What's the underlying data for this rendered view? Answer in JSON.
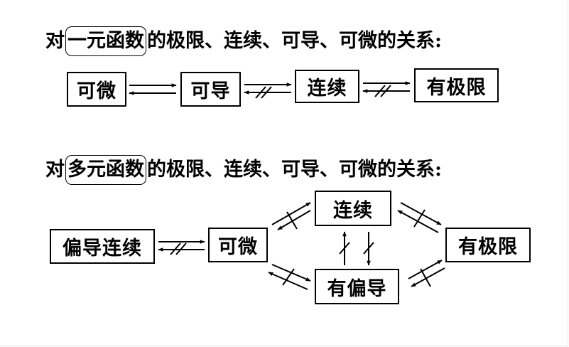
{
  "section1": {
    "heading_prefix": "对",
    "heading_highlight": "一元函数",
    "heading_suffix": "的极限、连续、可导、可微的关系:",
    "boxes": {
      "differentiable": "可微",
      "derivable": "可导",
      "continuous": "连续",
      "limit": "有极限"
    }
  },
  "section2": {
    "heading_prefix": "对",
    "heading_highlight": "多元函数",
    "heading_suffix": "的极限、连续、可导、可微的关系:",
    "boxes": {
      "partial_continuous": "偏导连续",
      "differentiable": "可微",
      "continuous": "连续",
      "partial_exists": "有偏导",
      "limit": "有极限"
    }
  },
  "colors": {
    "ink": "#000000",
    "background": "#ffffff"
  }
}
